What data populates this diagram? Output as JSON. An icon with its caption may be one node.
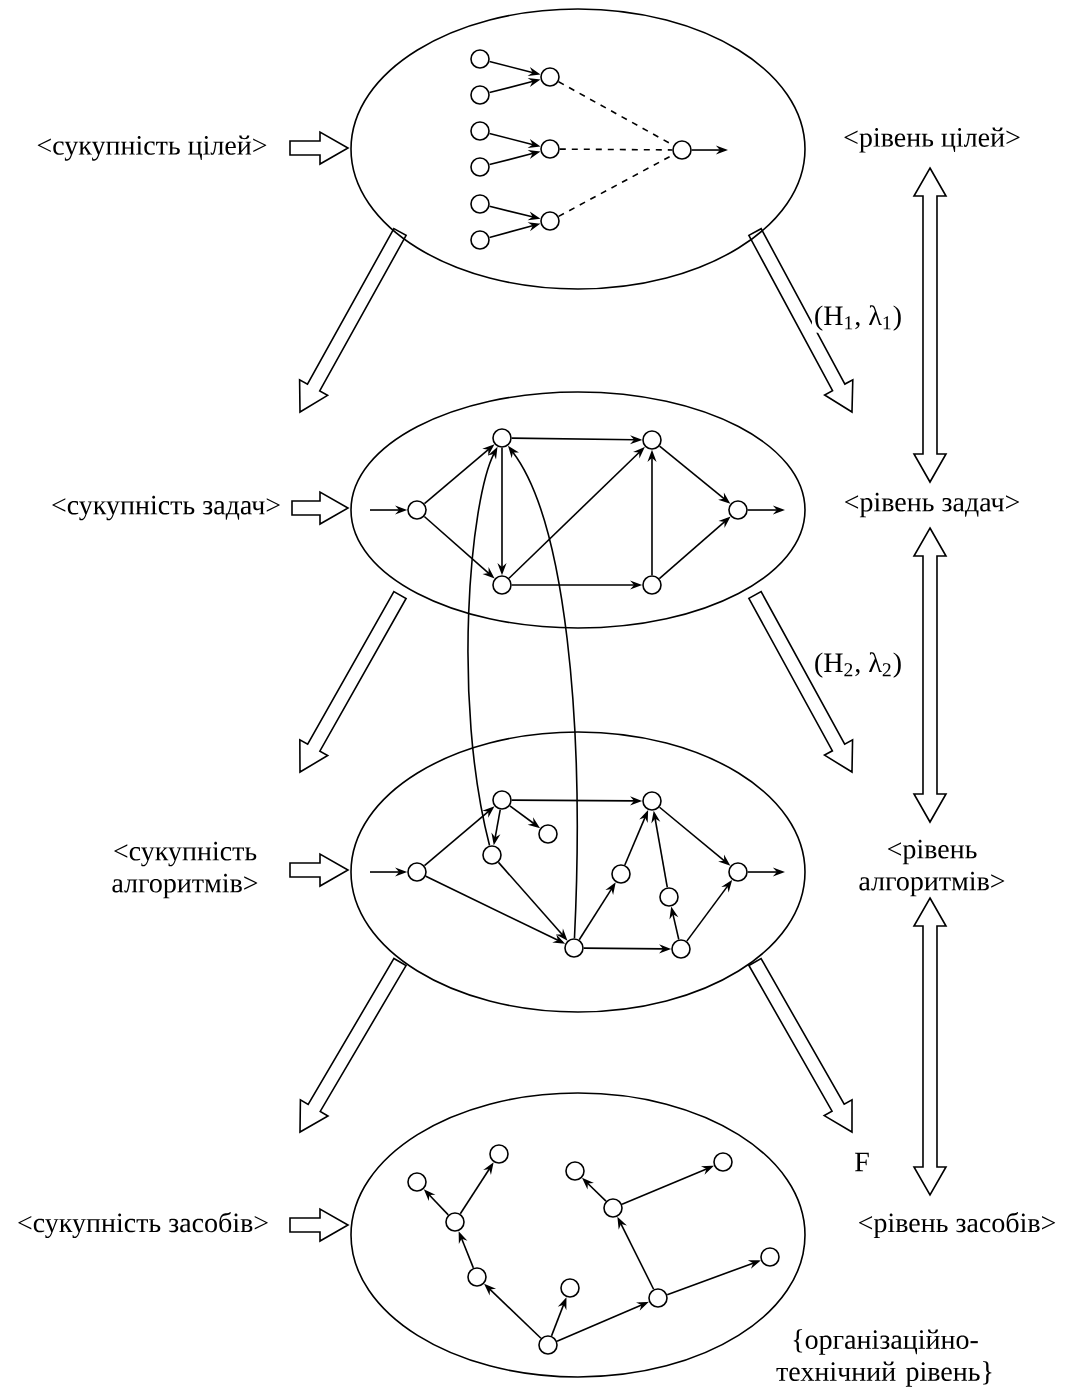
{
  "diagram": {
    "nodes": [
      {
        "text": [
          "<сукупність цілей>"
        ]
      },
      {
        "text": [],
        "shape": "ellipse"
      },
      {
        "text": [],
        "shape": "circle",
        "in": 1
      },
      {
        "text": [],
        "shape": "circle",
        "in": 1
      },
      {
        "text": [],
        "shape": "circle",
        "in": 1
      },
      {
        "text": [],
        "shape": "circle",
        "in": 1
      },
      {
        "text": [],
        "shape": "circle",
        "in": 1
      },
      {
        "text": [],
        "shape": "circle",
        "in": 1
      },
      {
        "text": [],
        "shape": "circle",
        "in": 1
      },
      {
        "text": [],
        "shape": "circle",
        "in": 1
      },
      {
        "text": [],
        "shape": "circle",
        "in": 1
      },
      {
        "text": [],
        "shape": "circle",
        "in": 1
      },
      {
        "text": [
          "<рівень цілей>"
        ]
      },
      {
        "text": [
          "<сукупність задач>"
        ]
      },
      {
        "text": [],
        "shape": "ellipse"
      },
      {
        "text": [],
        "shape": "circle",
        "in": 14
      },
      {
        "text": [],
        "shape": "circle",
        "in": 14
      },
      {
        "text": [],
        "shape": "circle",
        "in": 14
      },
      {
        "text": [],
        "shape": "circle",
        "in": 14
      },
      {
        "text": [],
        "shape": "circle",
        "in": 14
      },
      {
        "text": [],
        "shape": "circle",
        "in": 14
      },
      {
        "text": [
          "<рівень задач>"
        ]
      },
      {
        "text": [
          "<сукупність алгоритмів>"
        ]
      },
      {
        "text": [],
        "shape": "ellipse"
      },
      {
        "text": [],
        "shape": "circle",
        "in": 23
      },
      {
        "text": [],
        "shape": "circle",
        "in": 23
      },
      {
        "text": [],
        "shape": "circle",
        "in": 23
      },
      {
        "text": [],
        "shape": "circle",
        "in": 23
      },
      {
        "text": [],
        "shape": "circle",
        "in": 23
      },
      {
        "text": [],
        "shape": "circle",
        "in": 23
      },
      {
        "text": [],
        "shape": "circle",
        "in": 23
      },
      {
        "text": [],
        "shape": "circle",
        "in": 23
      },
      {
        "text": [],
        "shape": "circle",
        "in": 23
      },
      {
        "text": [],
        "shape": "circle",
        "in": 23
      },
      {
        "text": [
          "<рівень алгоритмів>"
        ]
      },
      {
        "text": [
          "<сукупність засобів>"
        ]
      },
      {
        "text": [],
        "shape": "ellipse"
      },
      {
        "text": [],
        "shape": "circle",
        "in": 36
      },
      {
        "text": [],
        "shape": "circle",
        "in": 36
      },
      {
        "text": [],
        "shape": "circle",
        "in": 36
      },
      {
        "text": [],
        "shape": "circle",
        "in": 36
      },
      {
        "text": [],
        "shape": "circle",
        "in": 36
      },
      {
        "text": [],
        "shape": "circle",
        "in": 36
      },
      {
        "text": [],
        "shape": "circle",
        "in": 36
      },
      {
        "text": [],
        "shape": "circle",
        "in": 36
      },
      {
        "text": [],
        "shape": "circle",
        "in": 36
      },
      {
        "text": [],
        "shape": "circle",
        "in": 36
      },
      {
        "text": [],
        "shape": "circle",
        "in": 36
      },
      {
        "text": [
          "<рівень засобів>"
        ]
      }
    ],
    "edges": [
      {
        "from": 0,
        "to": 1,
        "arrow": "to",
        "style": "thick"
      },
      {
        "from": 2,
        "to": 8,
        "arrow": "to"
      },
      {
        "from": 3,
        "to": 8,
        "arrow": "to"
      },
      {
        "from": 4,
        "to": 9,
        "arrow": "to"
      },
      {
        "from": 5,
        "to": 9,
        "arrow": "to"
      },
      {
        "from": 6,
        "to": 10,
        "arrow": "to"
      },
      {
        "from": 7,
        "to": 10,
        "arrow": "to"
      },
      {
        "from": 8,
        "to": 11,
        "arrow": "none",
        "style": "dashed"
      },
      {
        "from": 9,
        "to": 11,
        "arrow": "none",
        "style": "dashed"
      },
      {
        "from": 10,
        "to": 11,
        "arrow": "none",
        "style": "dashed"
      },
      {
        "from": 11,
        "to": null,
        "arrow": "to"
      },
      {
        "from": 1,
        "to": 14,
        "arrow": "to",
        "style": "thick"
      },
      {
        "from": 1,
        "to": 14,
        "arrow": "to",
        "style": "thick",
        "label": "(H$_{1}$, λ$_{1}$)"
      },
      {
        "from": 12,
        "to": 21,
        "arrow": "both",
        "style": "thick"
      },
      {
        "from": 13,
        "to": 14,
        "arrow": "to",
        "style": "thick"
      },
      {
        "from": null,
        "to": 15,
        "arrow": "to"
      },
      {
        "from": 15,
        "to": 16,
        "arrow": "to"
      },
      {
        "from": 15,
        "to": 17,
        "arrow": "to"
      },
      {
        "from": 16,
        "to": 18,
        "arrow": "to"
      },
      {
        "from": 16,
        "to": 17,
        "arrow": "to"
      },
      {
        "from": 17,
        "to": 18,
        "arrow": "to"
      },
      {
        "from": 17,
        "to": 19,
        "arrow": "to"
      },
      {
        "from": 19,
        "to": 18,
        "arrow": "to"
      },
      {
        "from": 18,
        "to": 20,
        "arrow": "to"
      },
      {
        "from": 19,
        "to": 20,
        "arrow": "to"
      },
      {
        "from": 20,
        "to": null,
        "arrow": "to"
      },
      {
        "from": 14,
        "to": 23,
        "arrow": "to",
        "style": "thick"
      },
      {
        "from": 14,
        "to": 23,
        "arrow": "to",
        "style": "thick",
        "label": "(H$_{2}$, λ$_{2}$)"
      },
      {
        "from": 21,
        "to": 34,
        "arrow": "both",
        "style": "thick"
      },
      {
        "from": 22,
        "to": 23,
        "arrow": "to",
        "style": "thick"
      },
      {
        "from": null,
        "to": 24,
        "arrow": "to"
      },
      {
        "from": 24,
        "to": 25,
        "arrow": "to"
      },
      {
        "from": 24,
        "to": 28,
        "arrow": "to"
      },
      {
        "from": 25,
        "to": 29,
        "arrow": "to"
      },
      {
        "from": 25,
        "to": 27,
        "arrow": "to"
      },
      {
        "from": 25,
        "to": 26,
        "arrow": "to"
      },
      {
        "from": 27,
        "to": 28,
        "arrow": "to"
      },
      {
        "from": 28,
        "to": 30,
        "arrow": "to"
      },
      {
        "from": 28,
        "to": 32,
        "arrow": "to"
      },
      {
        "from": 30,
        "to": 29,
        "arrow": "to"
      },
      {
        "from": 31,
        "to": 29,
        "arrow": "to"
      },
      {
        "from": 32,
        "to": 31,
        "arrow": "to"
      },
      {
        "from": 32,
        "to": 33,
        "arrow": "to"
      },
      {
        "from": 29,
        "to": 33,
        "arrow": "to"
      },
      {
        "from": 33,
        "to": null,
        "arrow": "to"
      },
      {
        "from": 27,
        "to": 16,
        "arrow": "to"
      },
      {
        "from": 28,
        "to": 16,
        "arrow": "to"
      },
      {
        "from": 23,
        "to": 36,
        "arrow": "to",
        "style": "thick"
      },
      {
        "from": 23,
        "to": 36,
        "arrow": "to",
        "style": "thick",
        "label": "F"
      },
      {
        "from": 34,
        "to": 48,
        "arrow": "both",
        "style": "thick"
      },
      {
        "from": 35,
        "to": 36,
        "arrow": "to",
        "style": "thick"
      },
      {
        "from": 47,
        "to": 40,
        "arrow": "to"
      },
      {
        "from": 47,
        "to": 45,
        "arrow": "to"
      },
      {
        "from": 47,
        "to": 46,
        "arrow": "to"
      },
      {
        "from": 40,
        "to": 39,
        "arrow": "to"
      },
      {
        "from": 39,
        "to": 37,
        "arrow": "to"
      },
      {
        "from": 39,
        "to": 38,
        "arrow": "to"
      },
      {
        "from": 46,
        "to": 42,
        "arrow": "to"
      },
      {
        "from": 42,
        "to": 41,
        "arrow": "to"
      },
      {
        "from": 42,
        "to": 43,
        "arrow": "to"
      },
      {
        "from": 46,
        "to": 44,
        "arrow": "to"
      }
    ],
    "labels": [
      "{організаційно-технічний рівень}"
    ]
  }
}
